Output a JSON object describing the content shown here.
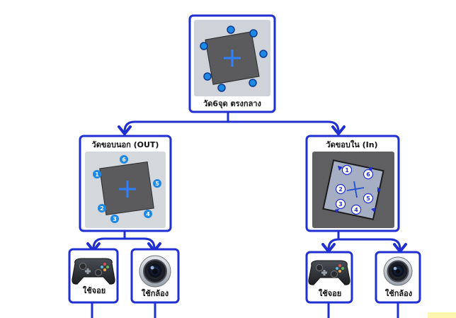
{
  "colors": {
    "frame": "#1f2fd0",
    "frame_fill": "#ffffff",
    "panel_bg": "#cfd2d8",
    "plate": "#5b5b5d",
    "plate_in": "#a6aec4",
    "marker": "#1e88e5",
    "cross": "#2f80ff"
  },
  "root": {
    "label": "วัด6จุด ตรงกลาง"
  },
  "out": {
    "label": "วัดขอบนอก (OUT)",
    "points": [
      "1",
      "2",
      "3",
      "4",
      "5",
      "6"
    ]
  },
  "in": {
    "label": "วัดขอบใน (In)",
    "points": [
      "1",
      "2",
      "3",
      "4",
      "5",
      "6"
    ]
  },
  "leaves": {
    "joy_left": "ใช้จอย",
    "cam_left": "ใช้กล้อง",
    "joy_right": "ใช้จอย",
    "cam_right": "ใช้กล้อง"
  },
  "icons": {
    "gamepad": "gamepad-icon",
    "camera": "camera-lens-icon"
  }
}
